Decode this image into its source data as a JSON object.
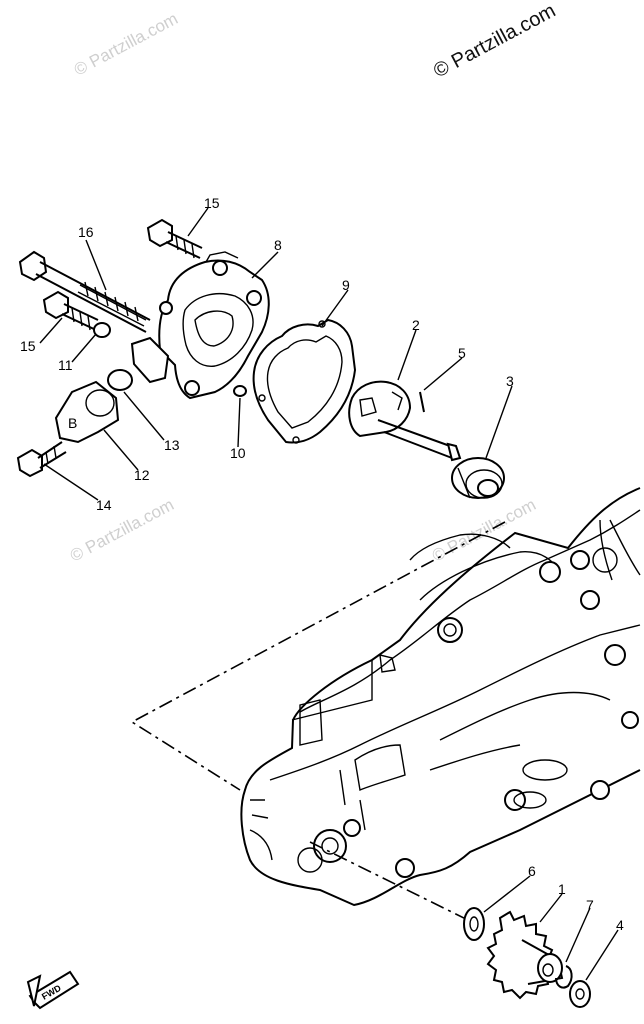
{
  "watermarks": {
    "top_left": "© Partzilla.com",
    "top_right": "© Partzilla.com",
    "middle_left": "© Partzilla.com",
    "middle_right": "© Partzilla.com"
  },
  "callouts": {
    "c1": "1",
    "c2": "2",
    "c3": "3",
    "c4": "4",
    "c5": "5",
    "c6": "6",
    "c7": "7",
    "c8": "8",
    "c9": "9",
    "c10": "10",
    "c11": "11",
    "c12": "12",
    "c13": "13",
    "c14": "14",
    "c15a": "15",
    "c15b": "15",
    "c16": "16"
  },
  "fwd_label": "FWD",
  "cover_mark": "B"
}
